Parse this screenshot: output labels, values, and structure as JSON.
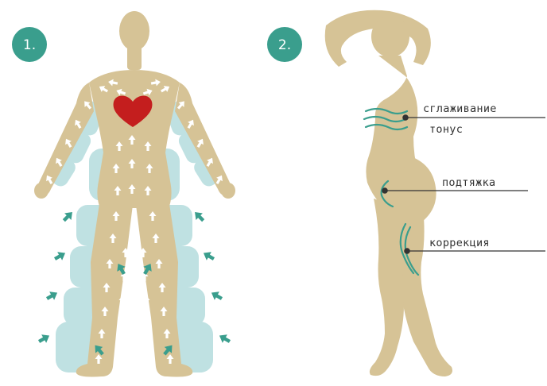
{
  "colors": {
    "skin": "#d6c396",
    "sleeve": "#bfe1e2",
    "accent": "#3a9e8d",
    "heart": "#c41e1e",
    "flow_arrow": "#ffffff",
    "label_line": "#333333"
  },
  "steps": [
    {
      "number": "1."
    },
    {
      "number": "2."
    }
  ],
  "figure2": {
    "labels": [
      {
        "text": "сглаживание"
      },
      {
        "text": "тонус"
      },
      {
        "text": "подтяжка"
      },
      {
        "text": "коррекция"
      }
    ]
  },
  "icons": {
    "heart": "heart-icon",
    "pressure_arrow": "pressure-arrow-icon",
    "flow_arrow": "flow-arrow-icon"
  }
}
